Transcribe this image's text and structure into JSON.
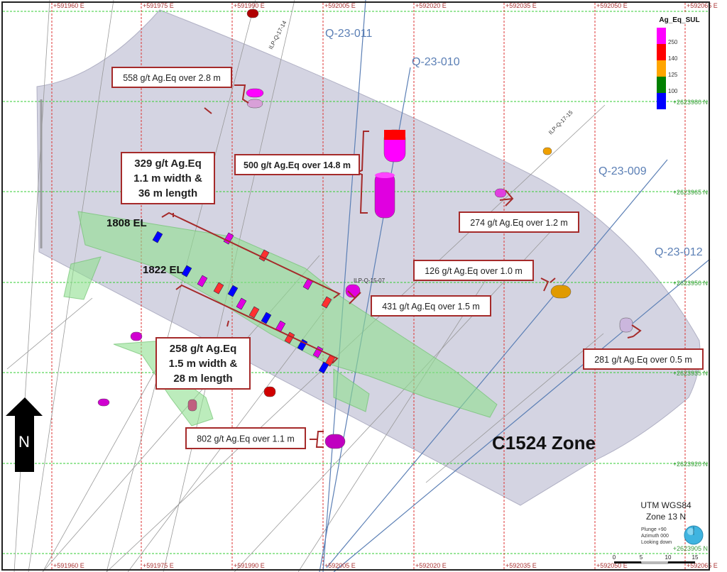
{
  "legend": {
    "title": "Ag_Eq_SUL",
    "bins": [
      {
        "color": "#ff00ff",
        "label": "250"
      },
      {
        "color": "#ff0000",
        "label": "140"
      },
      {
        "color": "#ffa500",
        "label": "125"
      },
      {
        "color": "#008000",
        "label": "100"
      },
      {
        "color": "#0000ff",
        "label": ""
      }
    ]
  },
  "grid": {
    "easting_labels": [
      "+591960 E",
      "+591975 E",
      "+591990 E",
      "+592005 E",
      "+592020 E",
      "+592035 E",
      "+592050 E",
      "+592065 E"
    ],
    "northing_labels": [
      "+2623980 N",
      "+2623965 N",
      "+2623950 N",
      "+2623935 N",
      "+2623920 N",
      "+2623905 N"
    ]
  },
  "drillholes": {
    "q23011": "Q-23-011",
    "q23010": "Q-23-010",
    "q23009": "Q-23-009",
    "q23012": "Q-23-012",
    "ilp1714": "ILP-Q-17-14",
    "ilp1715": "ILP-Q-17-15",
    "ilp1507": "ILP-Q-15-07"
  },
  "callouts": [
    {
      "lines": [
        "558 g/t Ag.Eq over 2.8 m"
      ]
    },
    {
      "lines": [
        "329 g/t Ag.Eq",
        "1.1 m width &",
        "36 m length"
      ]
    },
    {
      "lines": [
        "500 g/t Ag.Eq over 14.8 m"
      ]
    },
    {
      "lines": [
        "274 g/t Ag.Eq over 1.2 m"
      ]
    },
    {
      "lines": [
        "126 g/t Ag.Eq over 1.0 m"
      ]
    },
    {
      "lines": [
        "431 g/t Ag.Eq over 1.5 m"
      ]
    },
    {
      "lines": [
        "281 g/t Ag.Eq over 0.5 m"
      ]
    },
    {
      "lines": [
        "258 g/t Ag.Eq",
        "1.5 m width &",
        "28 m length"
      ]
    },
    {
      "lines": [
        "802 g/t Ag.Eq over 1.1 m"
      ]
    }
  ],
  "elevations": {
    "upper": "1808 EL",
    "lower": "1822 EL"
  },
  "zone_label": "C1524 Zone",
  "north_arrow": "N",
  "projection": {
    "line1": "UTM WGS84",
    "line2": "Zone 13 N"
  },
  "view": {
    "plunge": "Plunge +90",
    "azimuth": "Azimuth 000",
    "looking": "Looking down"
  },
  "scale_bar": {
    "ticks": [
      "0",
      "5",
      "10",
      "15"
    ]
  }
}
